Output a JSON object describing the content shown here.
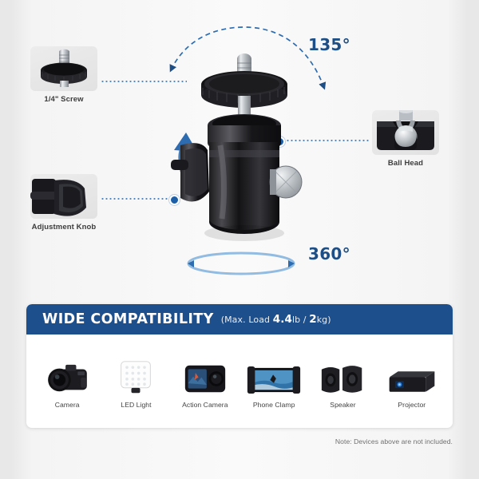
{
  "hero": {
    "callouts": [
      {
        "id": "screw",
        "label": "1/4\" Screw",
        "icon": "quarter-inch-screw-icon"
      },
      {
        "id": "knob",
        "label": "Adjustment Knob",
        "icon": "adjustment-knob-icon"
      },
      {
        "id": "ball",
        "label": "Ball Head",
        "icon": "ball-head-icon"
      }
    ],
    "angles": {
      "tilt": "135°",
      "rotation": "360°"
    },
    "product_name": "tripod-ball-head"
  },
  "card": {
    "title": "WIDE COMPATIBILITY",
    "subtitle_open": "(Max. Load ",
    "load_lb": "4.4",
    "load_lb_unit": "lb",
    "load_sep": " / ",
    "load_kg": "2",
    "load_kg_unit": "kg",
    "subtitle_close": ")",
    "devices": [
      {
        "label": "Camera",
        "icon": "camera-icon"
      },
      {
        "label": "LED Light",
        "icon": "led-light-icon"
      },
      {
        "label": "Action Camera",
        "icon": "action-camera-icon"
      },
      {
        "label": "Phone Clamp",
        "icon": "phone-clamp-icon"
      },
      {
        "label": "Speaker",
        "icon": "speaker-icon"
      },
      {
        "label": "Projector",
        "icon": "projector-icon"
      }
    ]
  },
  "note": "Note: Devices above are not included.",
  "colors": {
    "brand_navy": "#1d4f8c",
    "accent_blue": "#1c5fa8",
    "background": "#f1f1f1",
    "card_bg": "#ffffff"
  }
}
